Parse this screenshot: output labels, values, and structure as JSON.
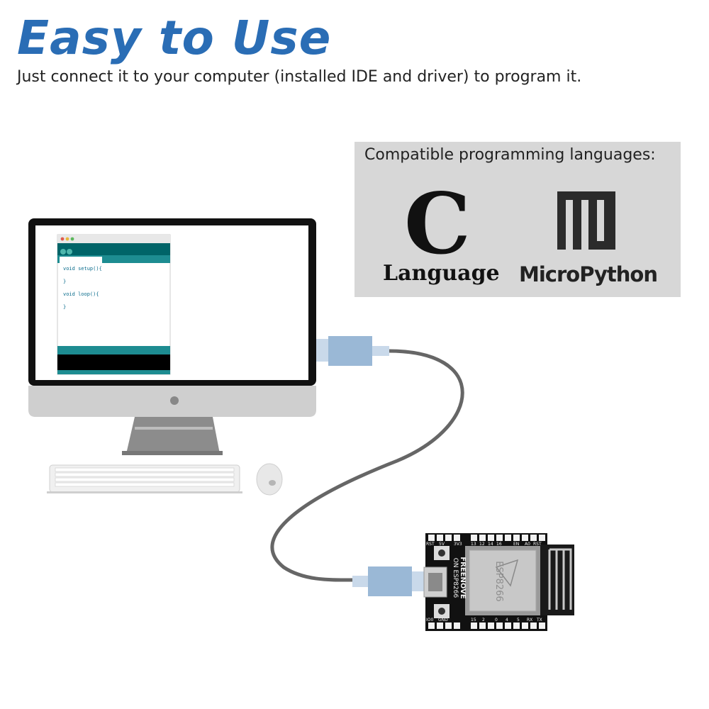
{
  "header": {
    "title": "Easy to Use",
    "subtitle": "Just connect it to your computer (installed IDE and driver) to program it."
  },
  "languages": {
    "heading": "Compatible programming languages:",
    "c_glyph": "C",
    "c_label": "Language",
    "micropython_label": "MicroPython"
  },
  "ide": {
    "lines": [
      "void setup(){",
      "}",
      "void loop(){",
      "}"
    ]
  },
  "board": {
    "chip_label": "ESP8266",
    "brand": "FREENOVE",
    "model": "ON ESP8266",
    "pins_top": [
      "RST",
      "5V",
      "3V3",
      "13",
      "12",
      "14",
      "16",
      "EN",
      "A0",
      "RST"
    ],
    "pins_bottom": [
      "IO0",
      "GND",
      "15",
      "2",
      "0",
      "4",
      "5",
      "RX",
      "TX"
    ]
  },
  "colors": {
    "title": "#2a6db5",
    "ide_teal": "#1d8c91",
    "usb_plug": "#9ab8d6",
    "cable": "#666666",
    "box_bg": "#d7d7d7"
  }
}
